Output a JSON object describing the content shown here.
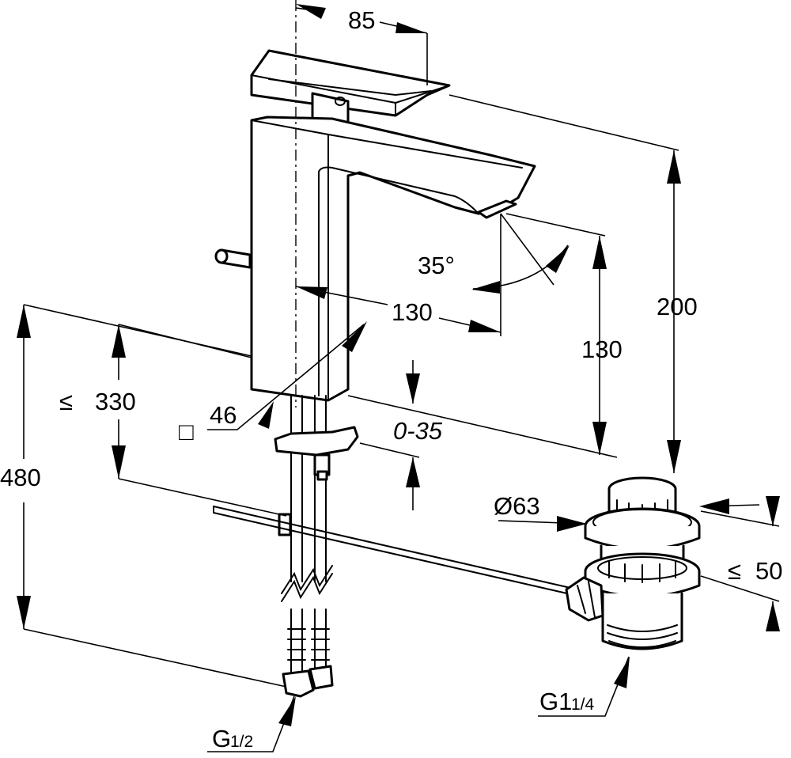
{
  "dimensions": {
    "width_top": "85",
    "height_total": "200",
    "spout_height": "130",
    "spout_reach": "130",
    "angle": "35°",
    "base_square": "46",
    "base_square_symbol": "□",
    "deck_thickness": "0-35",
    "pipe_length": "330",
    "pipe_length_symbol": "≤",
    "total_length": "480",
    "drain_diameter": "Ø63",
    "drain_height": "50",
    "drain_height_symbol": "≤"
  },
  "threads": {
    "supply": {
      "main": "G",
      "size": "1/2"
    },
    "waste": {
      "main": "G1",
      "size": "1/4"
    }
  },
  "colors": {
    "line": "#000000",
    "background": "#ffffff"
  }
}
